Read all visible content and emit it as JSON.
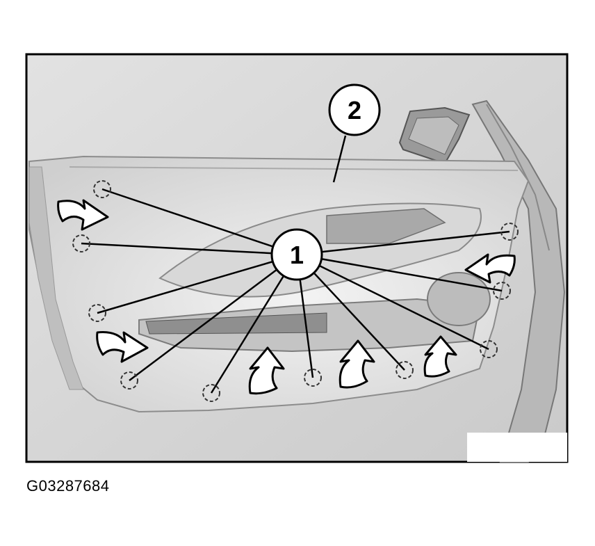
{
  "figure_id": "G03287684",
  "callouts": {
    "fasteners": "1",
    "door_trim_panel": "2"
  },
  "colors": {
    "background": "#d9d9d9",
    "panel": "#ececec",
    "frame": "#000000"
  }
}
